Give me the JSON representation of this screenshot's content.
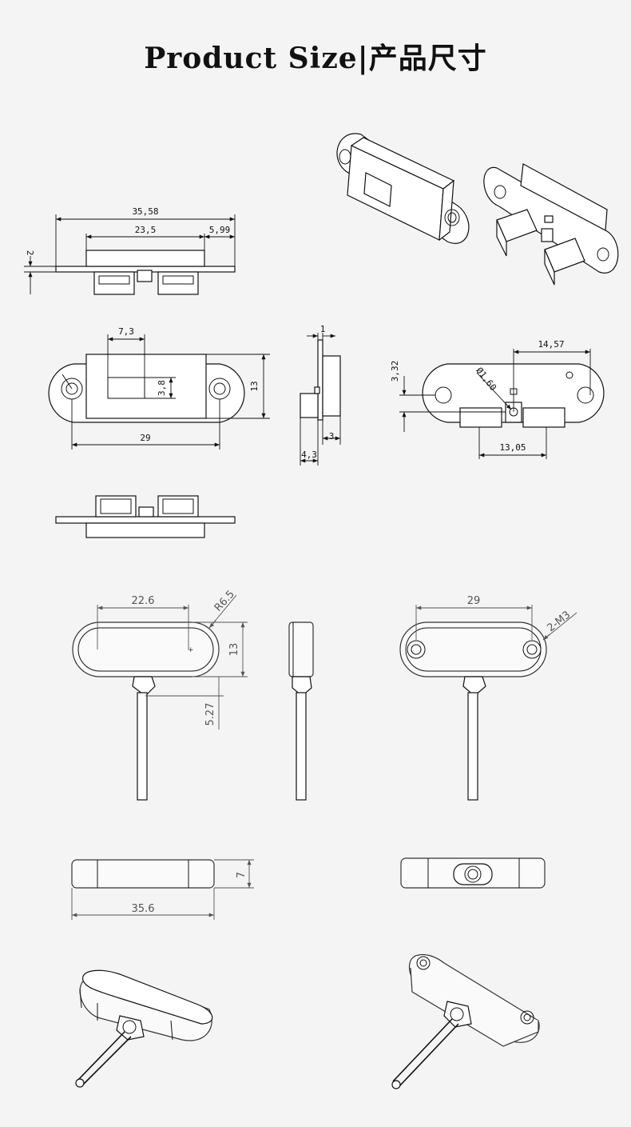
{
  "title": "Product  Size|产品尺寸",
  "board_views": {
    "top_dims": {
      "overall": "35,58",
      "inner": "23,5",
      "offset": "5,99",
      "thickness": "2"
    },
    "front_dims": {
      "window_w": "7,3",
      "window_h": "3,8",
      "height": "13",
      "hole_pitch": "29"
    },
    "side_dims": {
      "top": "1",
      "depth": "3",
      "total": "4,3"
    },
    "back_dims": {
      "hole_offset": "14,57",
      "hole_dia": "Ø1,60",
      "hole_y": "3,32",
      "conn_w": "13,05"
    }
  },
  "case_views": {
    "front_dims": {
      "width": "22.6",
      "radius": "R6.5",
      "height": "13",
      "cable_offset": "5.27"
    },
    "back_dims": {
      "hole_pitch": "29",
      "screws": "2-M3"
    },
    "bottom_dims": {
      "length": "35.6",
      "thickness": "7"
    }
  }
}
